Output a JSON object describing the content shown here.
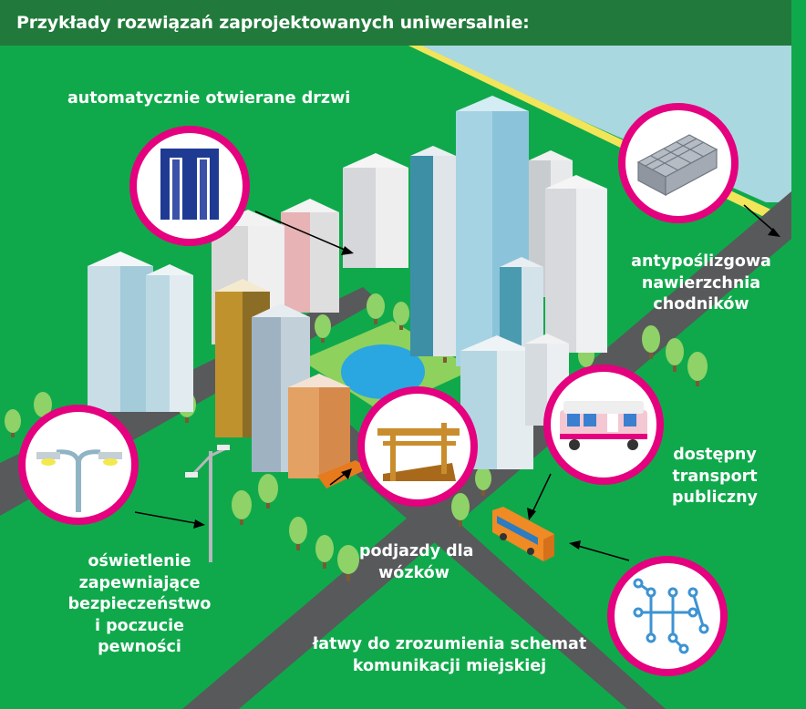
{
  "header": {
    "title": "Przykłady rozwiązań zaprojektowanych uniwersalnie:"
  },
  "labels": {
    "doors": "automatycznie otwierane drzwi",
    "surface": [
      "antypoślizgowa",
      "nawierzchnia",
      "chodników"
    ],
    "transport": [
      "dostępny",
      "transport",
      "publiczny"
    ],
    "ramps": [
      "podjazdy dla",
      "wózków"
    ],
    "lighting": [
      "oświetlenie",
      "zapewniające",
      "bezpieczeństwo",
      "i poczucie",
      "pewności"
    ],
    "scheme": [
      "łatwy do zrozumienia schemat",
      "komunikacji miejskiej"
    ]
  },
  "icons": {
    "doors": "automatic-door-icon",
    "surface": "paving-tiles-icon",
    "transport": "tram-icon",
    "ramps": "ramp-icon",
    "lighting": "street-lamp-icon",
    "scheme": "transit-map-icon"
  },
  "colors": {
    "background": "#0fa94b",
    "header": "#217a3b",
    "accent": "#e4007e",
    "road": "#58595b",
    "water": "#a9d8e0"
  }
}
